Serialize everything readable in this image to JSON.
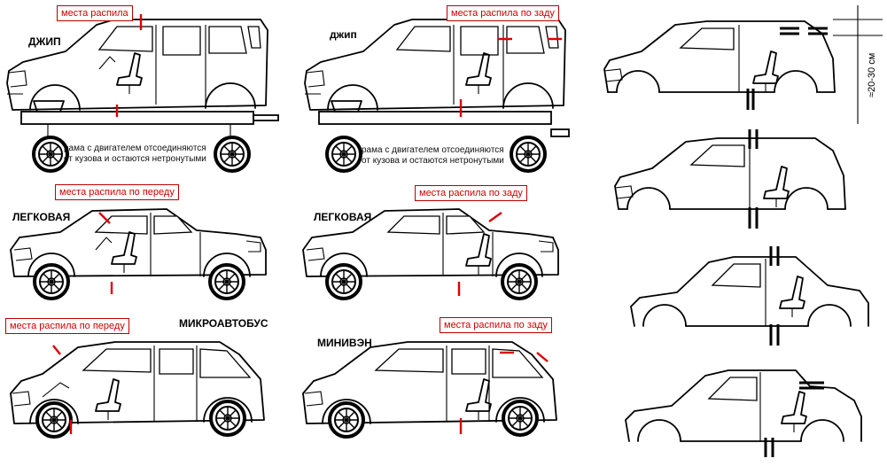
{
  "labels": {
    "jeep_left": "ДЖИП",
    "jeep_right": "джип",
    "sedan_left": "ЛЕГКОВАЯ",
    "sedan_right": "ЛЕГКОВАЯ",
    "minibus": "МИКРОАВТОБУС",
    "minivan": "МИНИВЭН"
  },
  "cut_notes": {
    "jeep_left": "места распила",
    "jeep_right": "места распила по заду",
    "sedan_left": "места распила по переду",
    "sedan_right": "места распила по заду",
    "minibus": "места распила по переду",
    "minivan": "места распила по заду"
  },
  "frame_note_line1": "рама с двигателем отсоединяются",
  "frame_note_line2": "от кузова и остаются нетронутыми",
  "dimension": "≈20-30 см",
  "colors": {
    "cut_mark": "#d00000",
    "outline": "#000000"
  }
}
